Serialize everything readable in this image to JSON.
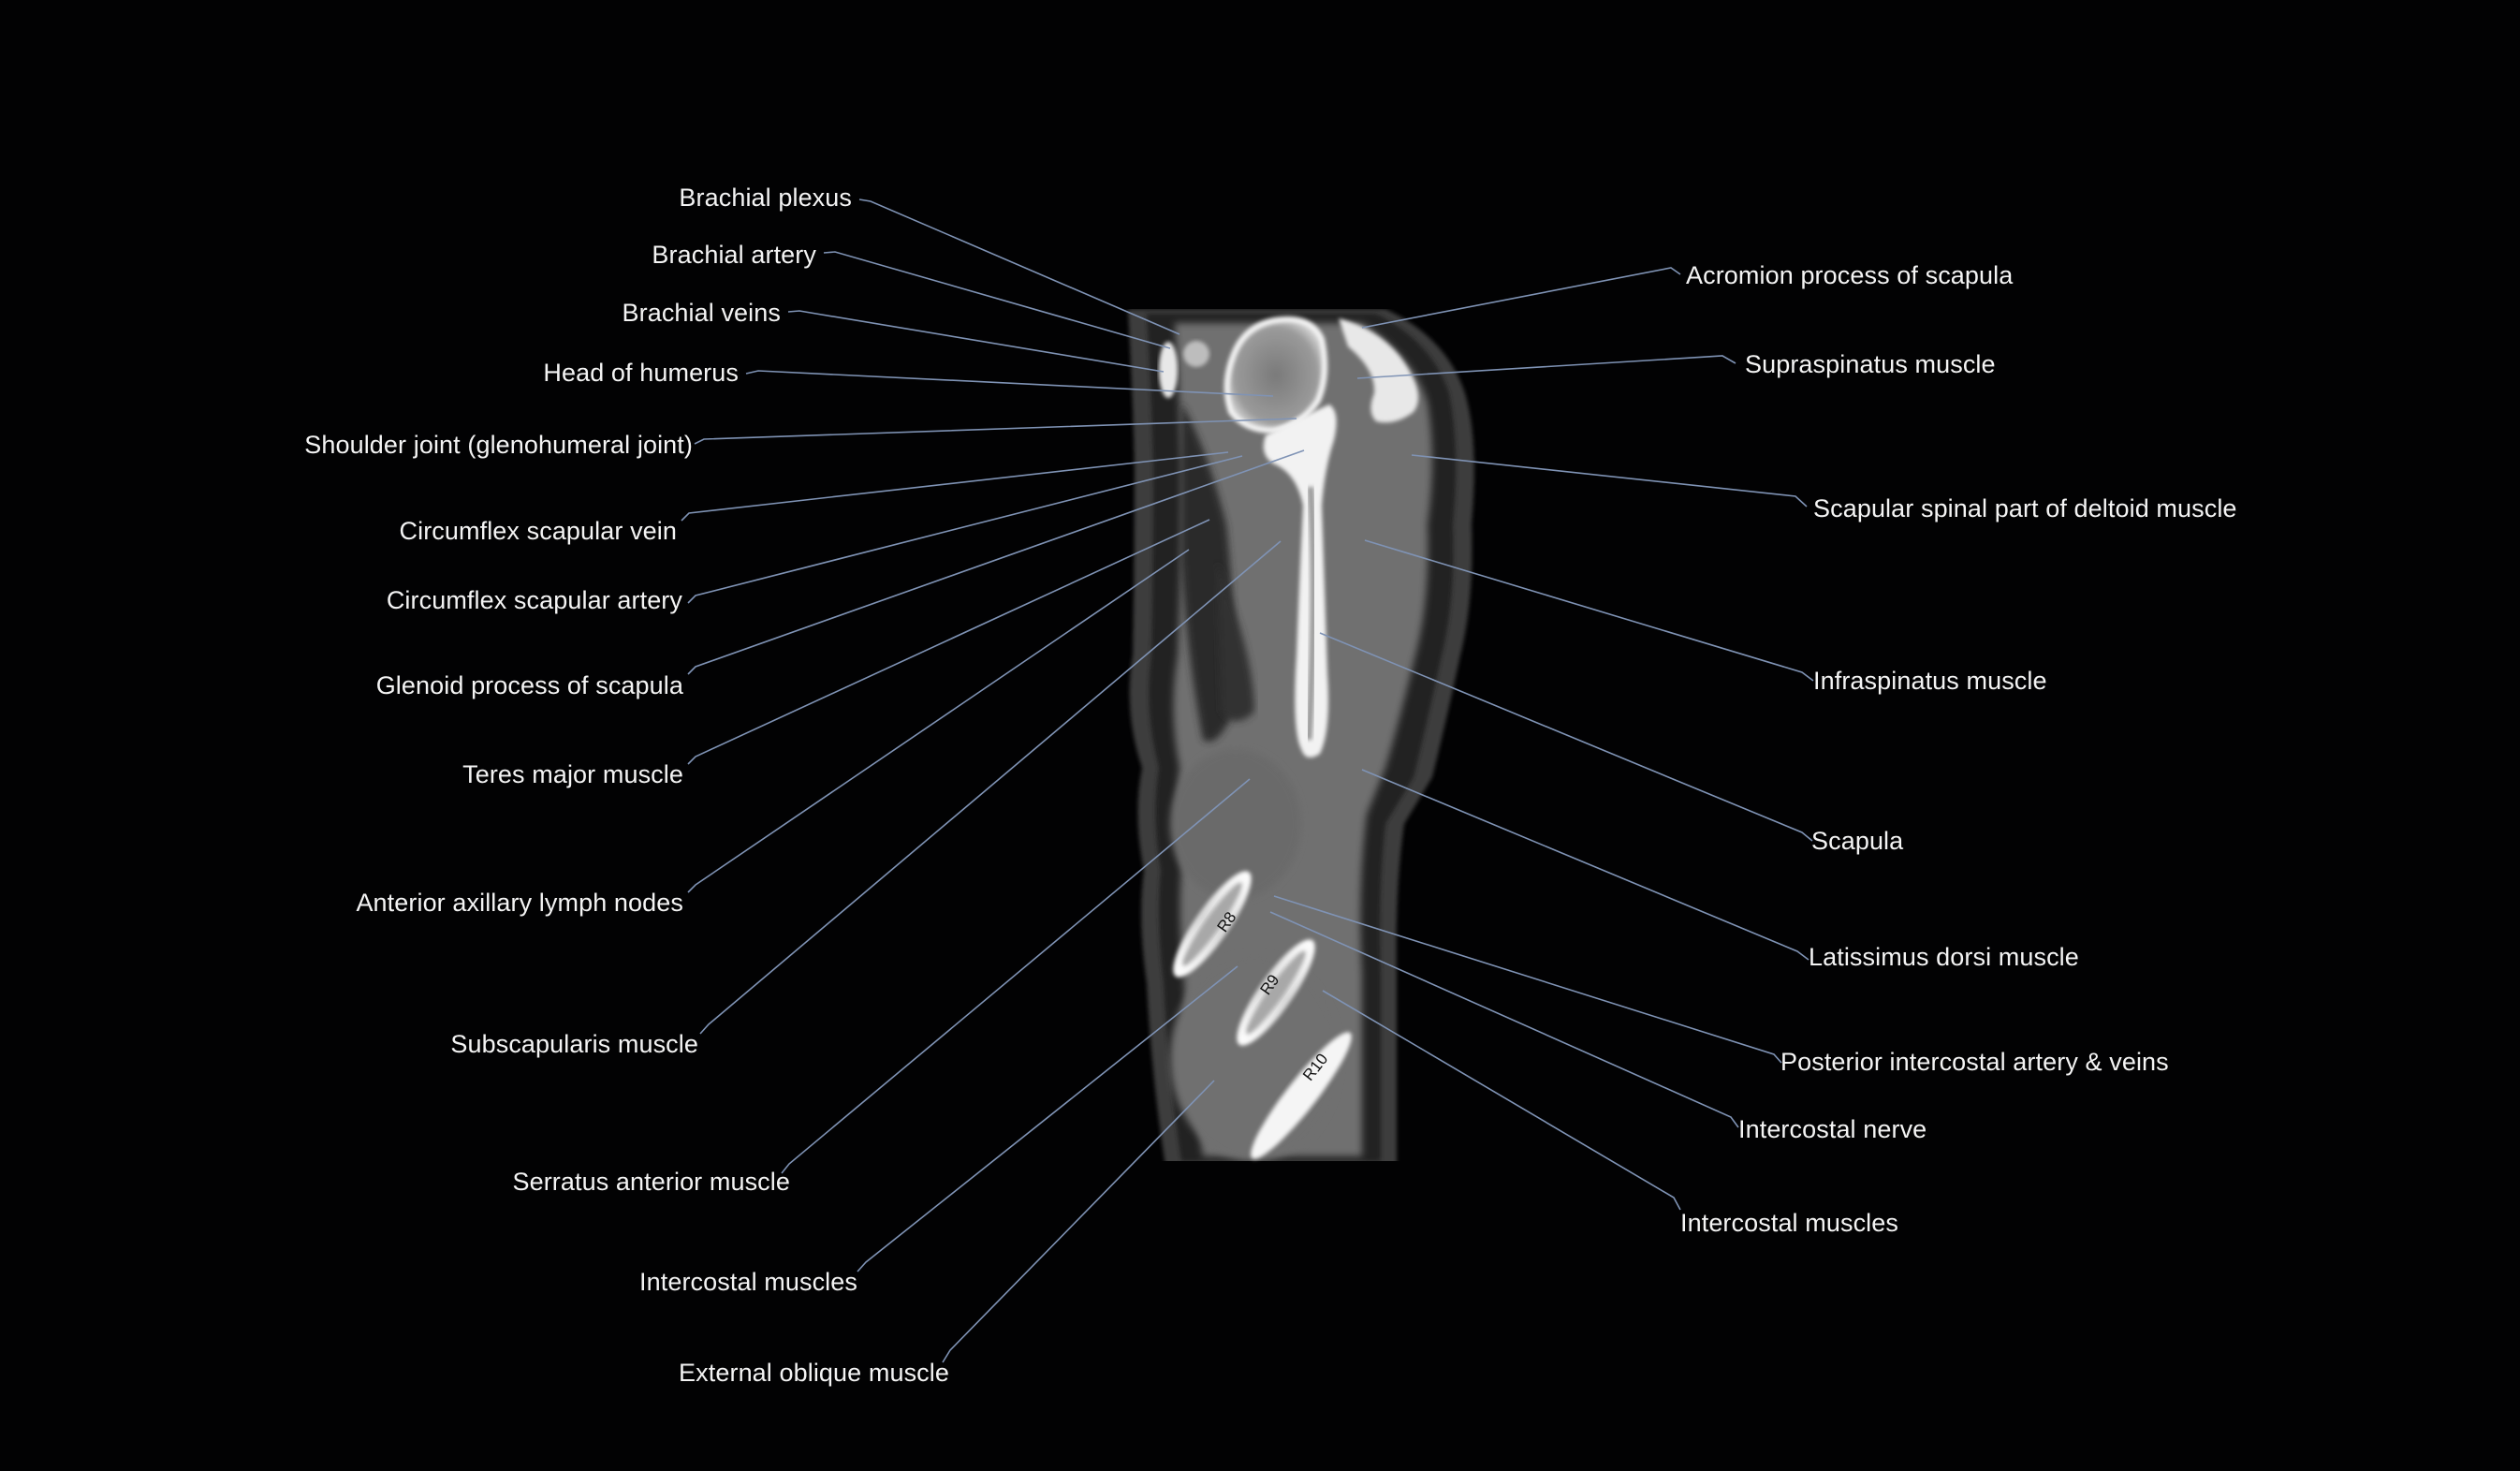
{
  "figure": {
    "title": "Sagittal CT of shoulder and lateral chest wall (annotated)",
    "background_color": "#000000",
    "leader_line_color": "#7f93b5",
    "label_color": "#f4f4f4"
  },
  "labels_left": [
    {
      "text": "Brachial plexus"
    },
    {
      "text": "Brachial artery"
    },
    {
      "text": "Brachial veins"
    },
    {
      "text": "Head of humerus"
    },
    {
      "text": "Shoulder joint (glenohumeral joint)"
    },
    {
      "text": "Circumflex scapular vein"
    },
    {
      "text": "Circumflex scapular artery"
    },
    {
      "text": "Glenoid process of scapula"
    },
    {
      "text": "Teres major muscle"
    },
    {
      "text": "Anterior axillary lymph nodes"
    },
    {
      "text": "Subscapularis muscle"
    },
    {
      "text": "Serratus anterior muscle"
    },
    {
      "text": "Intercostal muscles"
    },
    {
      "text": "External oblique muscle"
    }
  ],
  "labels_right": [
    {
      "text": "Acromion process of scapula"
    },
    {
      "text": "Supraspinatus muscle"
    },
    {
      "text": "Scapular spinal part of deltoid muscle"
    },
    {
      "text": "Infraspinatus muscle"
    },
    {
      "text": "Scapula"
    },
    {
      "text": "Latissimus dorsi muscle"
    },
    {
      "text": "Posterior intercostal artery & veins"
    },
    {
      "text": "Intercostal nerve"
    },
    {
      "text": "Intercostal muscles"
    }
  ],
  "rib_labels": [
    {
      "text": "R8"
    },
    {
      "text": "R9"
    },
    {
      "text": "R10"
    }
  ]
}
